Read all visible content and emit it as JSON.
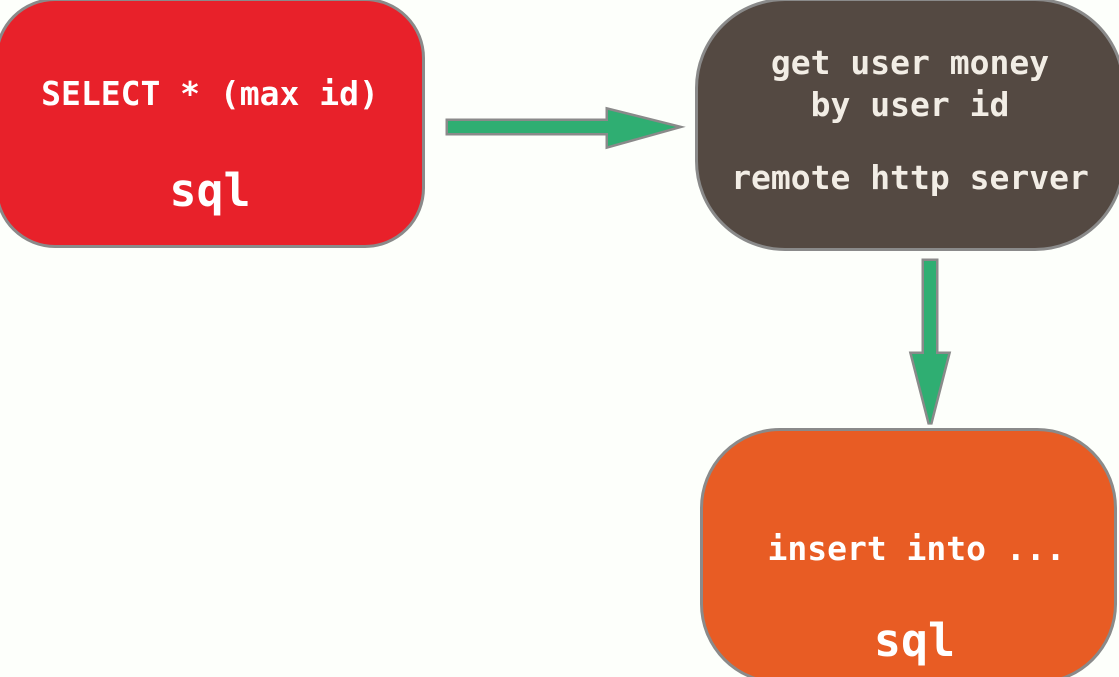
{
  "diagram": {
    "background_color": "#fdfffb",
    "outline_color": "#8a8a8a",
    "arrow_color": "#2fae72",
    "nodes": {
      "sql_source": {
        "query": "SELECT * (max id)",
        "label": "sql",
        "color": "#e8212a",
        "text_color": "#ffffff"
      },
      "http_server": {
        "line1": "get user money",
        "line2": "by user id",
        "line3": "remote http server",
        "color": "#544942",
        "text_color": "#f2ede5"
      },
      "sql_target": {
        "query": "insert into ...",
        "label": "sql",
        "color": "#e85c24",
        "text_color": "#ffffff"
      }
    },
    "edges": [
      {
        "from": "sql_source",
        "to": "http_server",
        "direction": "right"
      },
      {
        "from": "http_server",
        "to": "sql_target",
        "direction": "down"
      }
    ]
  }
}
